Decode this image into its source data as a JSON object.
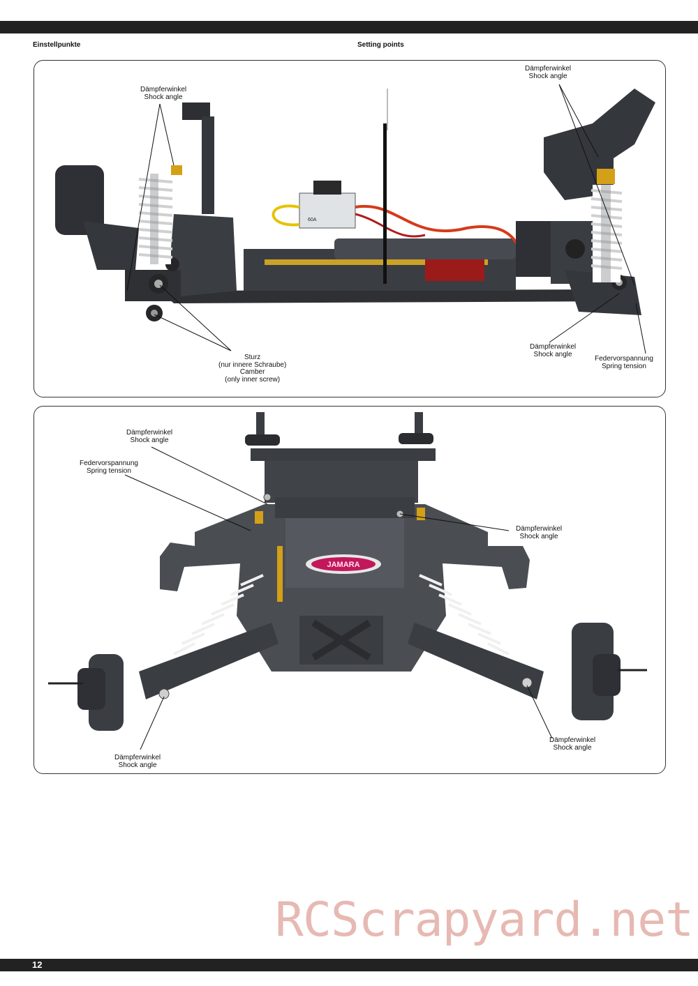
{
  "header": {
    "title_de": "Einstellpunkte",
    "title_en": "Setting points"
  },
  "panel_top": {
    "callouts": [
      {
        "id": "shock-front",
        "line1": "Dämpferwinkel",
        "line2": "Shock angle"
      },
      {
        "id": "shock-rear-top",
        "line1": "Dämpferwinkel",
        "line2": "Shock angle"
      },
      {
        "id": "camber",
        "line1": "Sturz",
        "line2": "(nur innere Schraube)",
        "line3": "Camber",
        "line4": "(only inner screw)"
      },
      {
        "id": "shock-rear-bottom",
        "line1": "Dämpferwinkel",
        "line2": "Shock angle"
      },
      {
        "id": "spring-rear",
        "line1": "Federvorspannung",
        "line2": "Spring tension"
      }
    ],
    "esc_label": "60A"
  },
  "panel_bottom": {
    "callouts": [
      {
        "id": "shock-top-left",
        "line1": "Dämpferwinkel",
        "line2": "Shock angle"
      },
      {
        "id": "spring-left",
        "line1": "Federvorspannung",
        "line2": "Spring tension"
      },
      {
        "id": "shock-top-right",
        "line1": "Dämpferwinkel",
        "line2": "Shock angle"
      },
      {
        "id": "shock-bottom-left",
        "line1": "Dämpferwinkel",
        "line2": "Shock angle"
      },
      {
        "id": "shock-bottom-right",
        "line1": "Dämpferwinkel",
        "line2": "Shock angle"
      }
    ],
    "logo_text": "JAMARA"
  },
  "footer": {
    "page_number": "12"
  },
  "watermark": "RCScrapyard.net",
  "colors": {
    "bar": "#222222",
    "plastic": "#3a3d42",
    "spring": "#e8e8e8",
    "gold": "#d4a017",
    "watermark": "#e7b9b3"
  }
}
